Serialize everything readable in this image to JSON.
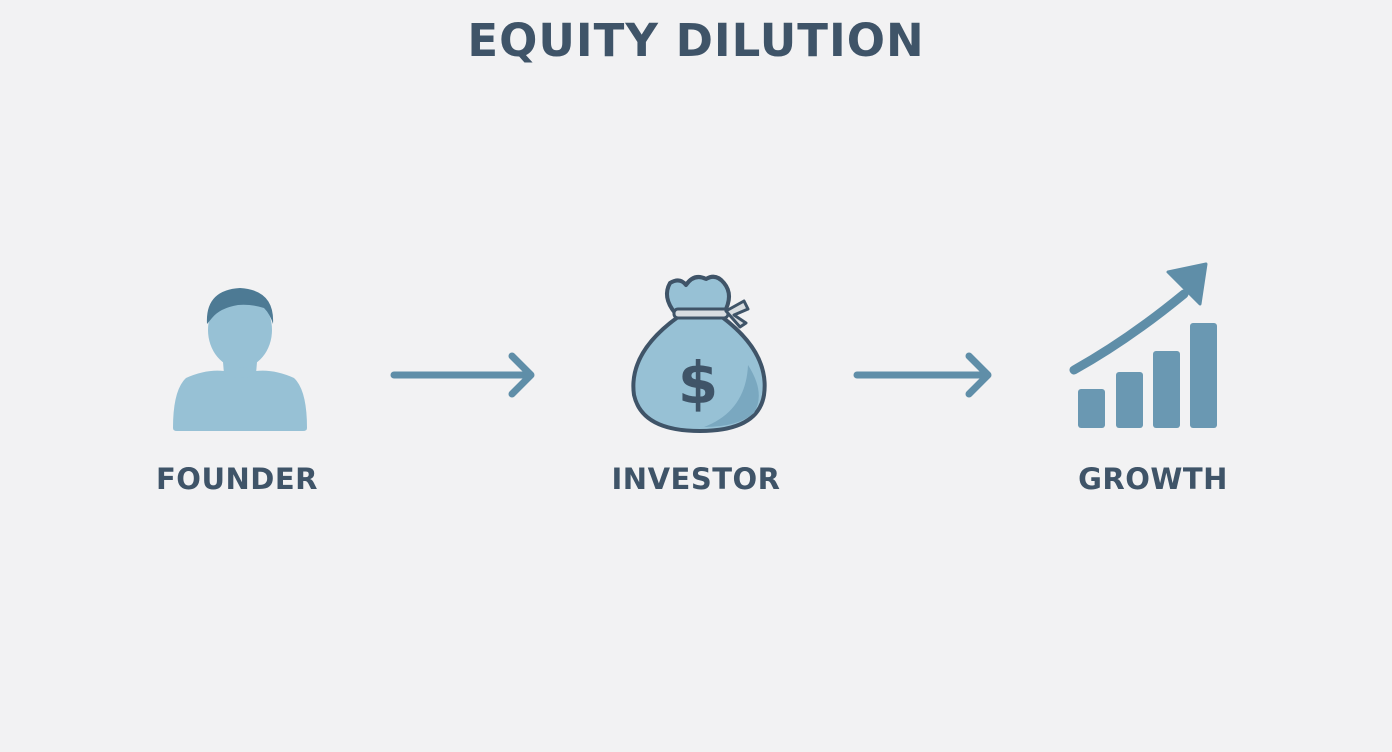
{
  "title": "EQUITY DILUTION",
  "nodes": [
    {
      "label": "FOUNDER",
      "icon": "person-icon"
    },
    {
      "label": "INVESTOR",
      "icon": "money-bag-icon"
    },
    {
      "label": "GROWTH",
      "icon": "growth-chart-icon"
    }
  ],
  "money_symbol": "$",
  "colors": {
    "background": "#f2f2f3",
    "title": "#3f5468",
    "label": "#3f5468",
    "icon_light": "#97c1d5",
    "icon_dark": "#4d7a94",
    "icon_mid": "#6a98b2",
    "arrow": "#5f8ea8"
  }
}
